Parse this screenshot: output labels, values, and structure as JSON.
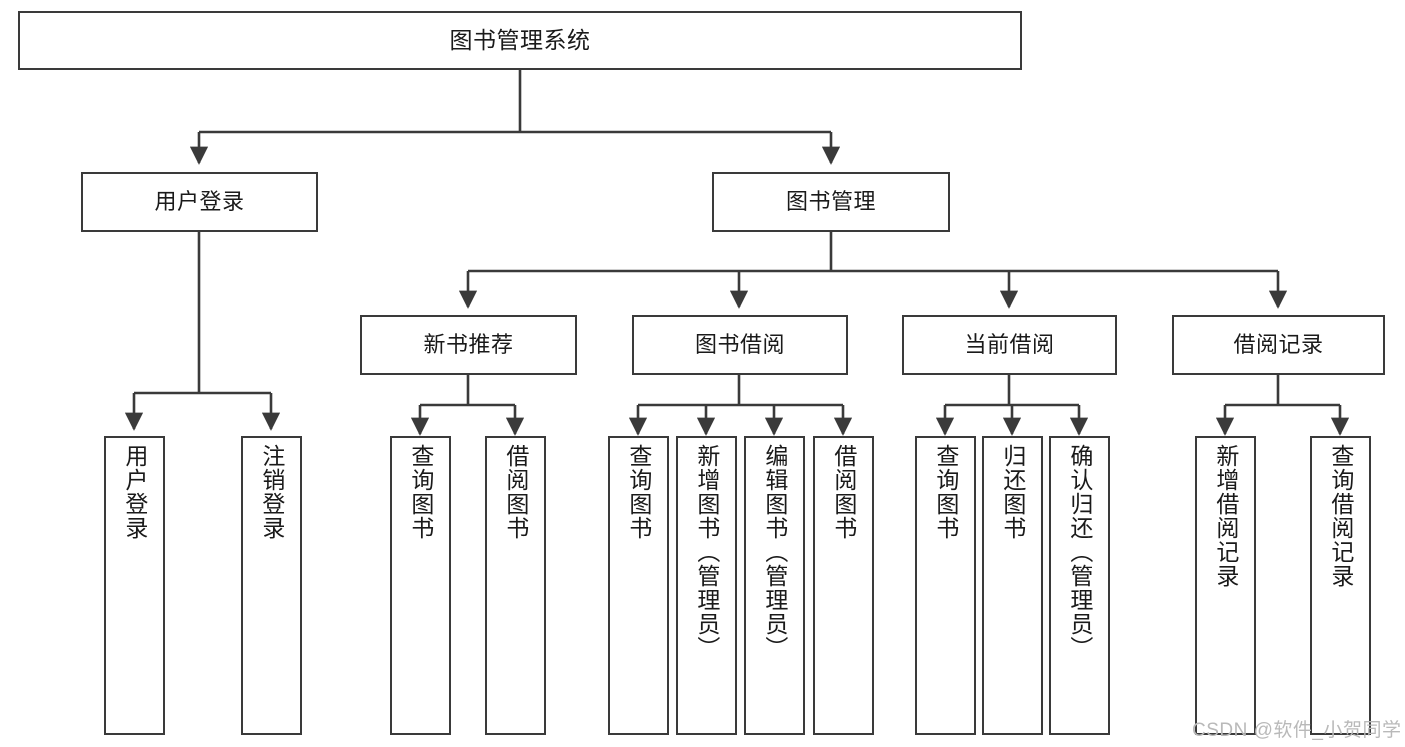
{
  "diagram": {
    "title": "图书管理系统",
    "type": "tree-hierarchy-chart",
    "stroke_color": "#3a3a3a",
    "background_color": "#ffffff",
    "nodes": {
      "root": "图书管理系统",
      "level1": [
        {
          "label": "用户登录"
        },
        {
          "label": "图书管理"
        }
      ],
      "level2": [
        {
          "label": "新书推荐"
        },
        {
          "label": "图书借阅"
        },
        {
          "label": "当前借阅"
        },
        {
          "label": "借阅记录"
        }
      ],
      "leaves": {
        "user_login": [
          {
            "label": "用户登录"
          },
          {
            "label": "注销登录"
          }
        ],
        "new_book_recommend": [
          {
            "label": "查询图书"
          },
          {
            "label": "借阅图书"
          }
        ],
        "book_borrow": [
          {
            "label": "查询图书"
          },
          {
            "label": "新增图书（管理员）"
          },
          {
            "label": "编辑图书（管理员）"
          },
          {
            "label": "借阅图书"
          }
        ],
        "current_borrow": [
          {
            "label": "查询图书"
          },
          {
            "label": "归还图书"
          },
          {
            "label": "确认归还（管理员）"
          }
        ],
        "borrow_record": [
          {
            "label": "新增借阅记录"
          },
          {
            "label": "查询借阅记录"
          }
        ]
      }
    }
  },
  "watermark": {
    "text": "CSDN @软件_小贺同学"
  }
}
